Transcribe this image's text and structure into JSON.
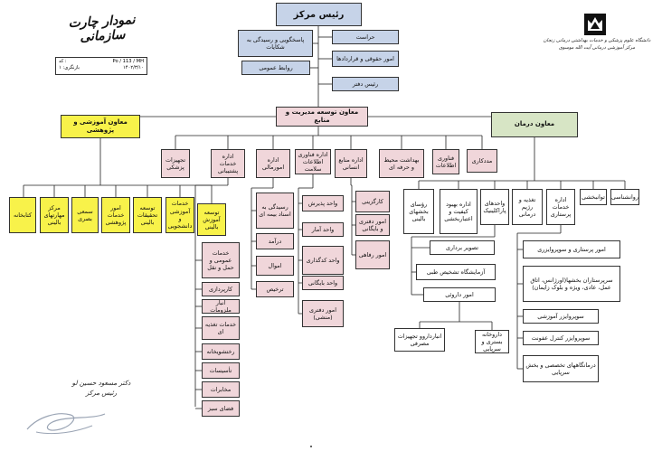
{
  "header": {
    "title": "نمودار چارت سازمانی",
    "code_label": "کد :",
    "code_value": "Po / 113 / MH",
    "review_label": "بازنگری: ۱",
    "review_date": "۱۴۰۲/۳/۱۰",
    "logo_icon": "university-emblem-icon",
    "org_line1": "دانشگاه علوم پزشکی و خدمات بهداشتی درمانی زنجان",
    "org_line2": "مرکز آموزشی درمانی آیت الله موسوی"
  },
  "top": {
    "chief": "رئیس مرکز",
    "security": "حراست",
    "complaints": "پاسخگویی و رسیدگی به شکایات",
    "legal": "امور حقوقی و قراردادها",
    "public_relations": "روابط عمومی",
    "office_head": "رئیس دفتر"
  },
  "deputies": {
    "management": "معاون توسعه مدیریت و منابع",
    "education": "معاون آموزشی و پژوهشی",
    "treatment": "معاون درمان"
  },
  "management_units": {
    "equipment": "تجهیزات پزشکی",
    "support": "اداره خدمات پشتیبانی",
    "finance": "اداره امورمالی",
    "it": "اداره فناوری اطلاعات سلامت",
    "hr": "اداره منابع انسانی",
    "health": "بهداشت محیط و حرفه ای",
    "tech": "فناوری اطلاعات",
    "social": "مددکاری"
  },
  "support_subunits": [
    "خدمات عمومی و حمل و نقل",
    "کارپردازی",
    "انبار ملزومات",
    "خدمات تغذیه ای",
    "رختشویخانه",
    "تأسیسات",
    "مخابرات",
    "فضای سبز"
  ],
  "finance_subunits": [
    "رسیدگی به اسناد بیمه ای",
    "درآمد",
    "اموال",
    "ترخیص"
  ],
  "it_subunits": [
    "واحد پذیرش",
    "واحد آمار",
    "واحد کدگذاری",
    "واحد بایگانی",
    "امور دفتری (منشی)"
  ],
  "hr_subunits": [
    "کارگزینی",
    "امور دفتری و بایگانی",
    "امور رفاهی"
  ],
  "education_units": [
    "کتابخانه",
    "مرکز مهارتهای بالینی",
    "سمعی بصری",
    "امور خدمات پژوهشی",
    "توسعه تحقیقات بالینی",
    "خدمات آموزشی و دانشجویی",
    "توسعه آموزش بالینی"
  ],
  "treatment_units": {
    "clinical_heads": "رؤسای بخشهای بالینی",
    "quality": "اداره بهبود کیفیت و اعتباربخشی",
    "paraclinic": "واحدهای پاراکلینیک",
    "nutrition": "تغذیه و رژیم درمانی",
    "nursing": "اداره خدمات پرستاری",
    "rehab": "توانبخشی",
    "psychology": "روانشناسی"
  },
  "paraclinic_subunits": [
    "تصویر برداری",
    "آزمایشگاه تشخیص طبی",
    "امور داروئی"
  ],
  "pharmacy_subunits": [
    "داروخانه بستری و سرپایی",
    "انبارداروو تجهیزات مصرفی"
  ],
  "nursing_subunits": [
    "امور پرستاری و سوپروایزری",
    "سرپرستاران بخشها(اورژانس، اتاق عمل، عادی، ویژه و بلوک زایمان)",
    "سوپروایزر آموزشی",
    "سوپروایزر کنترل عفونت",
    "درمانگاههای تخصصی و بخش سرپایی"
  ],
  "signer": {
    "name": "دکتر مسعود حسین لو",
    "role": "رئیس مرکز",
    "signature_icon": "handwritten-signature-icon"
  }
}
